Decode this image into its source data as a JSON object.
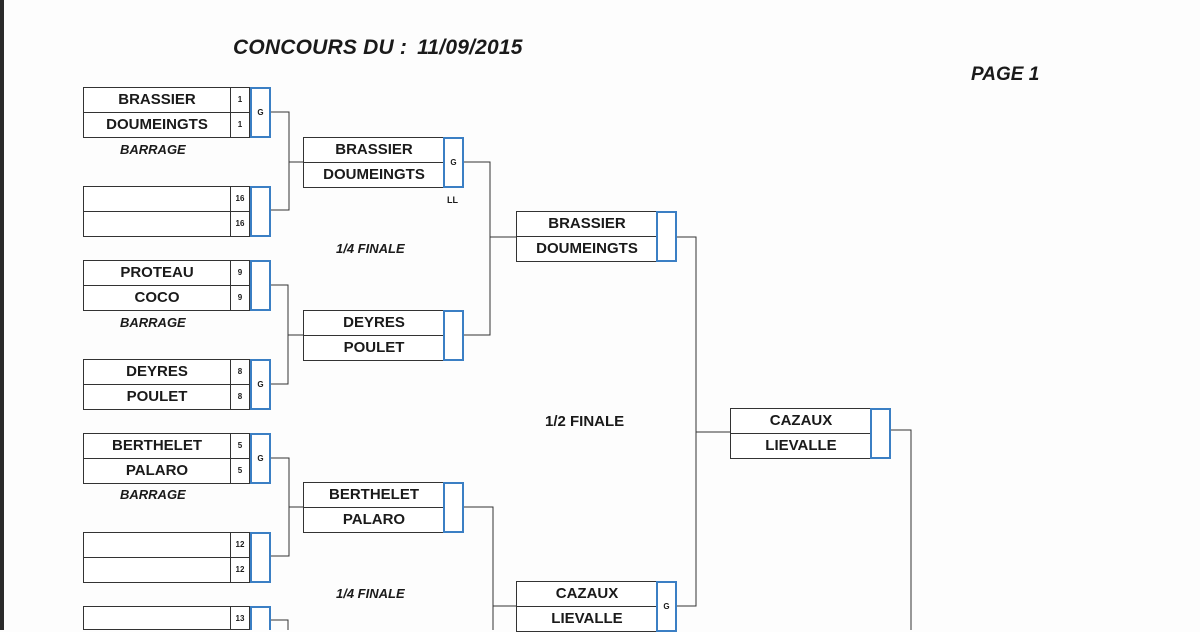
{
  "header": {
    "title": "CONCOURS DU :",
    "date": "11/09/2015",
    "page": "PAGE 1"
  },
  "round1": [
    {
      "team1": "BRASSIER",
      "seed1": "1",
      "team2": "DOUMEINGTS",
      "seed2": "1",
      "result": "G",
      "note": "BARRAGE"
    },
    {
      "team1": "",
      "seed1": "16",
      "team2": "",
      "seed2": "16",
      "result": "",
      "note": ""
    },
    {
      "team1": "PROTEAU",
      "seed1": "9",
      "team2": "COCO",
      "seed2": "9",
      "result": "",
      "note": "BARRAGE"
    },
    {
      "team1": "DEYRES",
      "seed1": "8",
      "team2": "POULET",
      "seed2": "8",
      "result": "G",
      "note": ""
    },
    {
      "team1": "BERTHELET",
      "seed1": "5",
      "team2": "PALARO",
      "seed2": "5",
      "result": "G",
      "note": "BARRAGE"
    },
    {
      "team1": "",
      "seed1": "12",
      "team2": "",
      "seed2": "12",
      "result": "",
      "note": ""
    },
    {
      "team1": "",
      "seed1": "13",
      "team2": "",
      "seed2": "",
      "result": "",
      "note": ""
    }
  ],
  "quarter": [
    {
      "team1": "BRASSIER",
      "team2": "DOUMEINGTS",
      "result": "G",
      "extra": "LL"
    },
    {
      "team1": "DEYRES",
      "team2": "POULET",
      "result": "",
      "extra": ""
    },
    {
      "team1": "BERTHELET",
      "team2": "PALARO",
      "result": "",
      "extra": ""
    }
  ],
  "semi": [
    {
      "team1": "BRASSIER",
      "team2": "DOUMEINGTS",
      "result": ""
    },
    {
      "team1": "CAZAUX",
      "team2": "LIEVALLE",
      "result": "G"
    }
  ],
  "final": {
    "team1": "CAZAUX",
    "team2": "LIEVALLE",
    "result": ""
  },
  "labels": {
    "quarter1": "1/4 FINALE",
    "quarter2": "1/4 FINALE",
    "semi": "1/2 FINALE"
  }
}
